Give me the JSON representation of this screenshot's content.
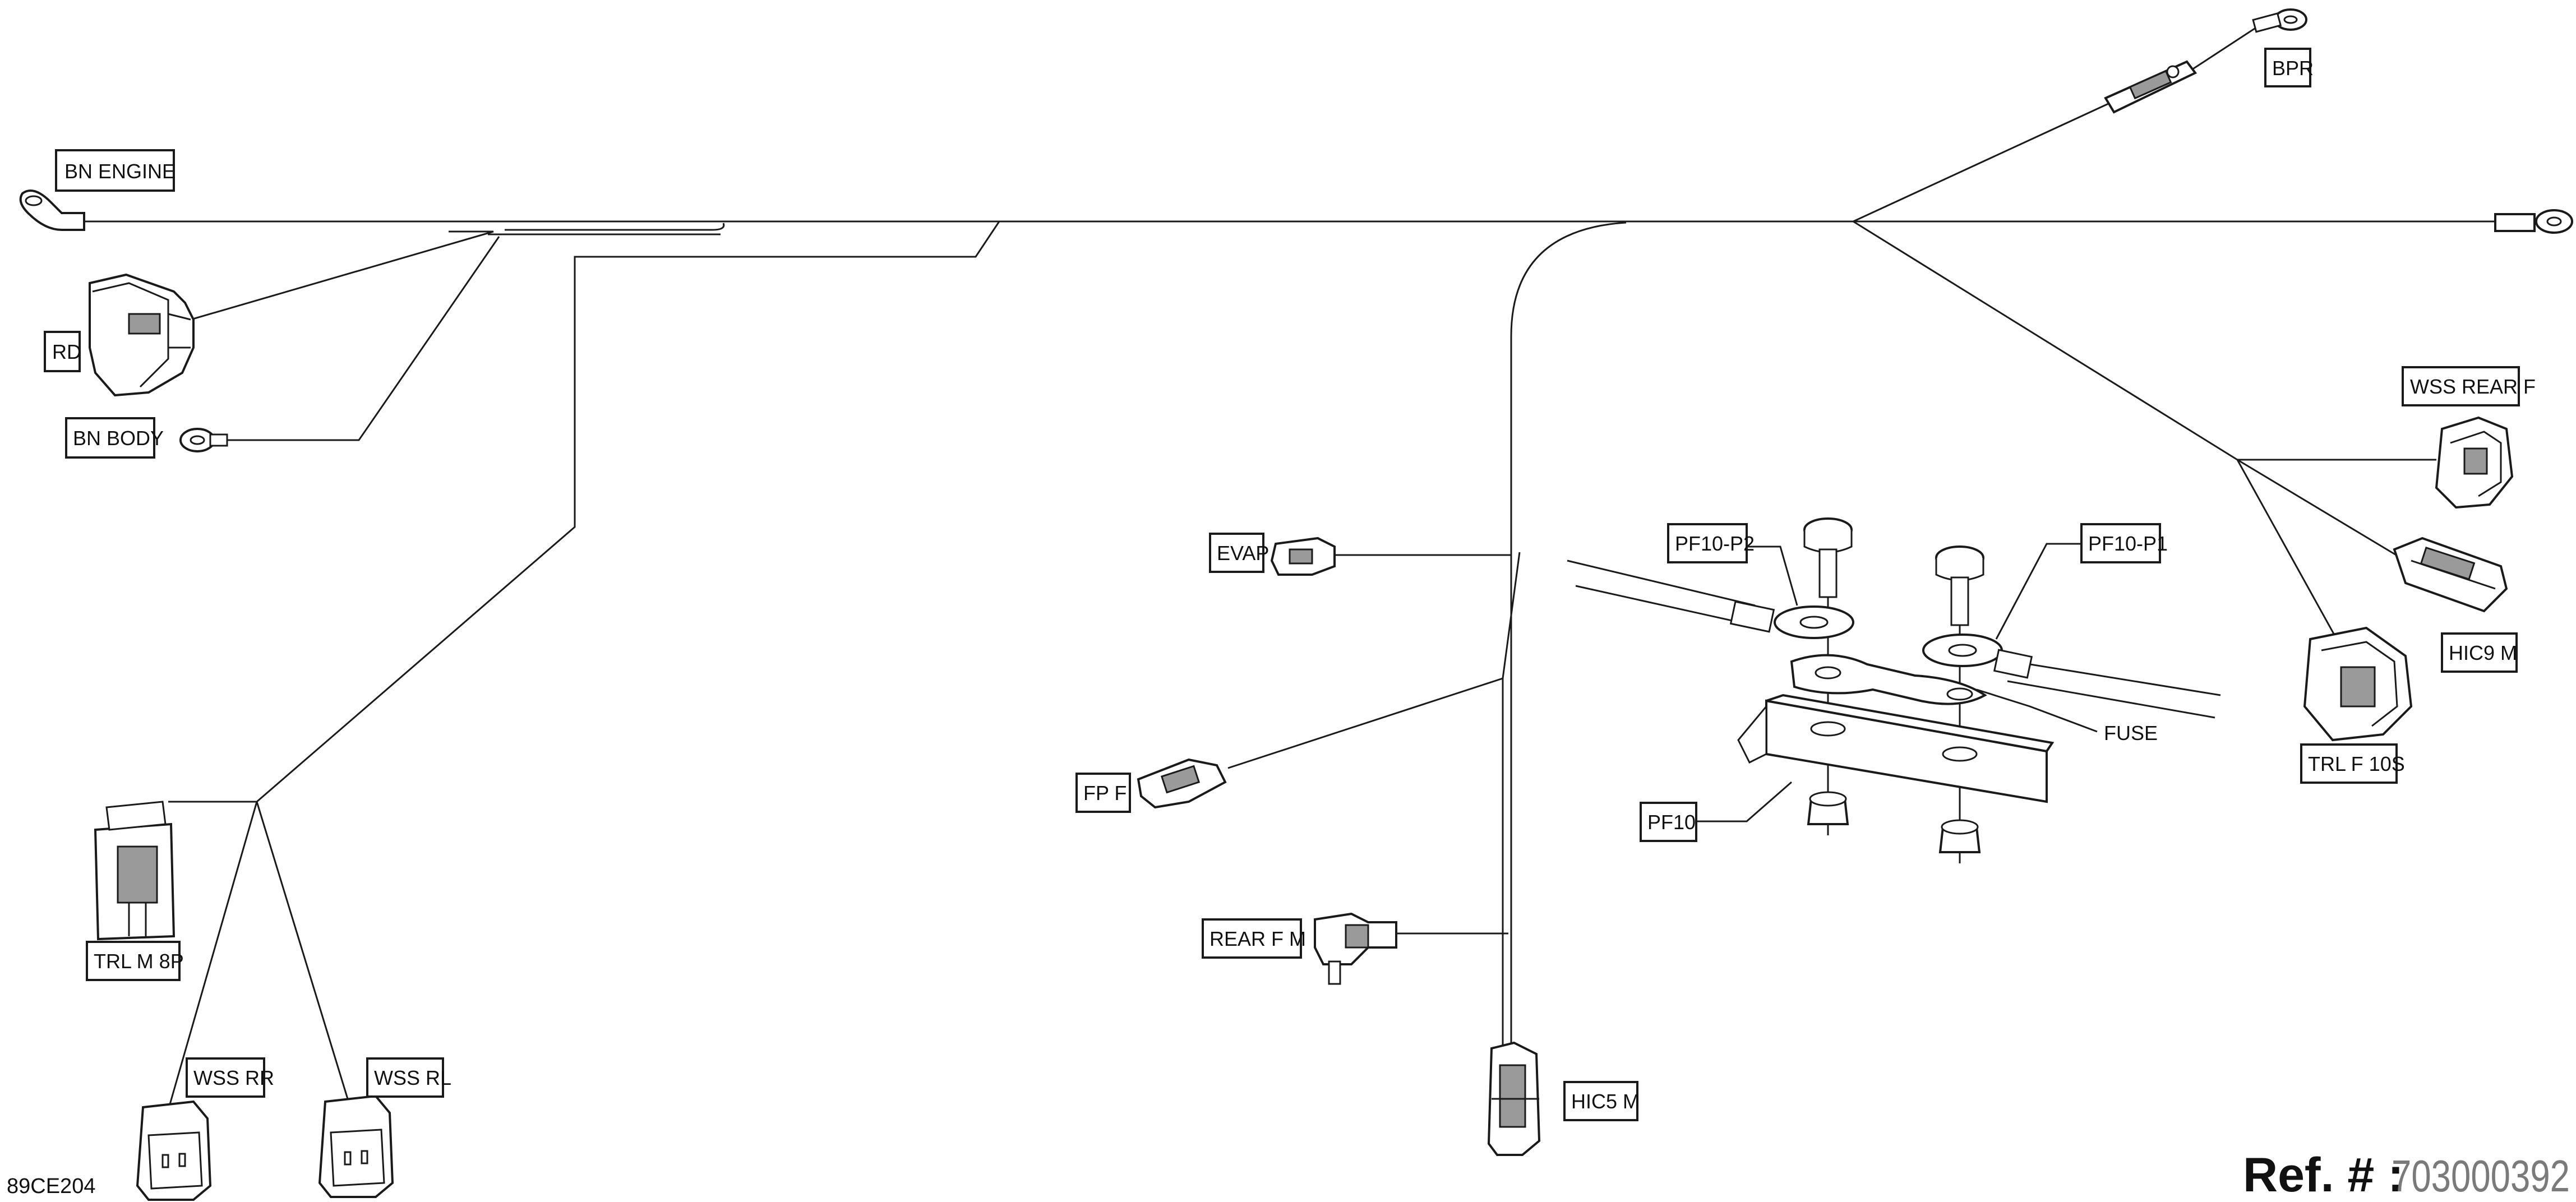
{
  "diagram_code": "89CE204",
  "reference": {
    "label": "Ref. # :",
    "number": "703000392"
  },
  "labels": {
    "bn_engine": "BN  ENGINE",
    "rd": "RD",
    "bn_body": "BN  BODY",
    "bpr": "BPR",
    "wss_rear_f": "WSS  REAR  F",
    "hic9_m": "HIC9  M",
    "trl_f_10s": "TRL  F  10S",
    "evap": "EVAP",
    "pf10_p2": "PF10-P2",
    "pf10_p1": "PF10-P1",
    "fuse": "FUSE",
    "pf10": "PF10",
    "fp_f": "FP  F",
    "rear_f_m": "REAR  F  M",
    "hic5_m": "HIC5  M",
    "trl_m_8p": "TRL  M  8P",
    "wss_rr": "WSS  RR",
    "wss_rl": "WSS  RL"
  }
}
